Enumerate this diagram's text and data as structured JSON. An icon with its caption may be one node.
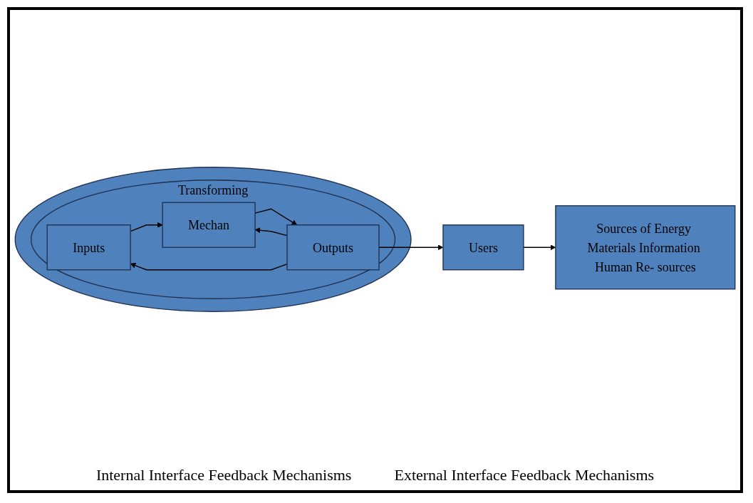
{
  "diagram": {
    "nodes": [
      {
        "text": [],
        "shape": "circle"
      },
      {
        "text": [
          "Transforming"
        ],
        "in": 0
      },
      {
        "text": [
          "Sources of Energy Materials Information Human Re- sources"
        ]
      },
      {
        "text": [
          "Inputs"
        ],
        "in": 1
      },
      {
        "text": [
          "Mechan"
        ],
        "in": 1
      },
      {
        "text": [
          "Outputs"
        ],
        "in": 1
      },
      {
        "text": [
          "Users"
        ]
      }
    ],
    "edges": [
      {
        "from": 3,
        "to": 4,
        "arrow": "to"
      },
      {
        "from": 4,
        "to": 5,
        "arrow": "to"
      },
      {
        "from": 5,
        "to": 6,
        "arrow": "to"
      },
      {
        "from": 5,
        "to": 3,
        "arrow": "to"
      },
      {
        "from": 5,
        "to": 4,
        "arrow": "to"
      },
      {
        "from": 6,
        "to": 2,
        "arrow": "to"
      }
    ],
    "labels": [
      "Internal Interface Feedback Mechanisms",
      "External Interface Feedback Mechanisms"
    ]
  }
}
